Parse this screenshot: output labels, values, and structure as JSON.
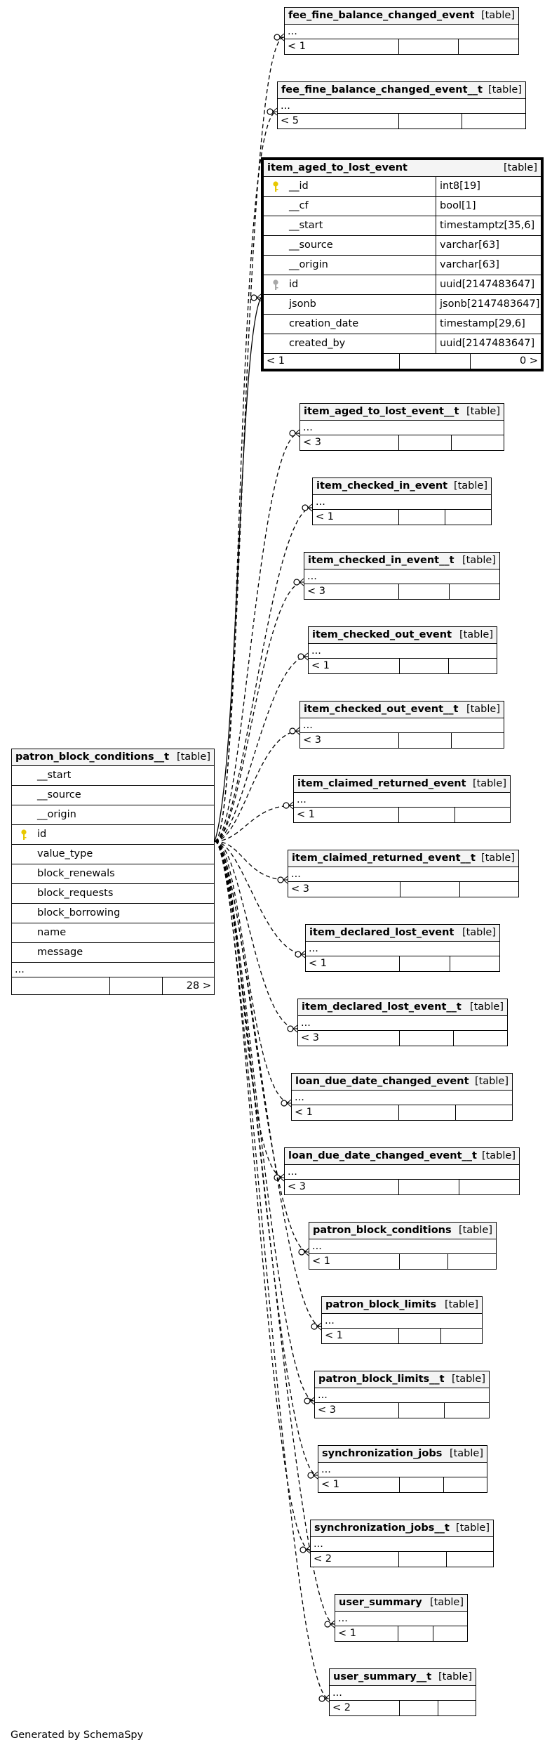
{
  "footer_text": "Generated by SchemaSpy",
  "type_label": "[table]",
  "ellipsis": "...",
  "focus_table": {
    "name": "item_aged_to_lost_event",
    "columns": [
      {
        "name": "__id",
        "type": "int8[19]",
        "key": "primary"
      },
      {
        "name": "__cf",
        "type": "bool[1]",
        "key": ""
      },
      {
        "name": "__start",
        "type": "timestamptz[35,6]",
        "key": ""
      },
      {
        "name": "__source",
        "type": "varchar[63]",
        "key": ""
      },
      {
        "name": "__origin",
        "type": "varchar[63]",
        "key": ""
      },
      {
        "name": "id",
        "type": "uuid[2147483647]",
        "key": "foreign"
      },
      {
        "name": "jsonb",
        "type": "jsonb[2147483647]",
        "key": ""
      },
      {
        "name": "creation_date",
        "type": "timestamp[29,6]",
        "key": ""
      },
      {
        "name": "created_by",
        "type": "uuid[2147483647]",
        "key": ""
      }
    ],
    "footer_left": "< 1",
    "footer_right": "0 >"
  },
  "left_table": {
    "name": "patron_block_conditions__t",
    "columns": [
      {
        "name": "__start",
        "key": ""
      },
      {
        "name": "__source",
        "key": ""
      },
      {
        "name": "__origin",
        "key": ""
      },
      {
        "name": "id",
        "key": "primary"
      },
      {
        "name": "value_type",
        "key": ""
      },
      {
        "name": "block_renewals",
        "key": ""
      },
      {
        "name": "block_requests",
        "key": ""
      },
      {
        "name": "block_borrowing",
        "key": ""
      },
      {
        "name": "name",
        "key": ""
      },
      {
        "name": "message",
        "key": ""
      }
    ],
    "footer_right": "28 >"
  },
  "small_tables": [
    {
      "name": "fee_fine_balance_changed_event",
      "footer": "< 1"
    },
    {
      "name": "fee_fine_balance_changed_event__t",
      "footer": "< 5"
    },
    {
      "name": "item_aged_to_lost_event__t",
      "footer": "< 3"
    },
    {
      "name": "item_checked_in_event",
      "footer": "< 1"
    },
    {
      "name": "item_checked_in_event__t",
      "footer": "< 3"
    },
    {
      "name": "item_checked_out_event",
      "footer": "< 1"
    },
    {
      "name": "item_checked_out_event__t",
      "footer": "< 3"
    },
    {
      "name": "item_claimed_returned_event",
      "footer": "< 1"
    },
    {
      "name": "item_claimed_returned_event__t",
      "footer": "< 3"
    },
    {
      "name": "item_declared_lost_event",
      "footer": "< 1"
    },
    {
      "name": "item_declared_lost_event__t",
      "footer": "< 3"
    },
    {
      "name": "loan_due_date_changed_event",
      "footer": "< 1"
    },
    {
      "name": "loan_due_date_changed_event__t",
      "footer": "< 3"
    },
    {
      "name": "patron_block_conditions",
      "footer": "< 1"
    },
    {
      "name": "patron_block_limits",
      "footer": "< 1"
    },
    {
      "name": "patron_block_limits__t",
      "footer": "< 3"
    },
    {
      "name": "synchronization_jobs",
      "footer": "< 1"
    },
    {
      "name": "synchronization_jobs__t",
      "footer": "< 2"
    },
    {
      "name": "user_summary",
      "footer": "< 1"
    },
    {
      "name": "user_summary__t",
      "footer": "< 2"
    }
  ]
}
